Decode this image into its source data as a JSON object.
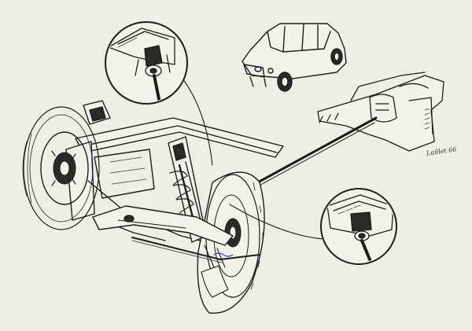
{
  "illustration": {
    "signature": "Laillet 66",
    "colors": {
      "paper": "#efeee6",
      "ink": "#1c1c1a"
    },
    "components": [
      "front-wheel-left",
      "front-wheel-right",
      "suspension-crossmember",
      "lower-control-arm",
      "torsion-bar",
      "shock-absorber",
      "spring",
      "steering-rack",
      "rear-chassis-mount",
      "car-silhouette",
      "detail-inset-top",
      "detail-inset-right"
    ]
  }
}
